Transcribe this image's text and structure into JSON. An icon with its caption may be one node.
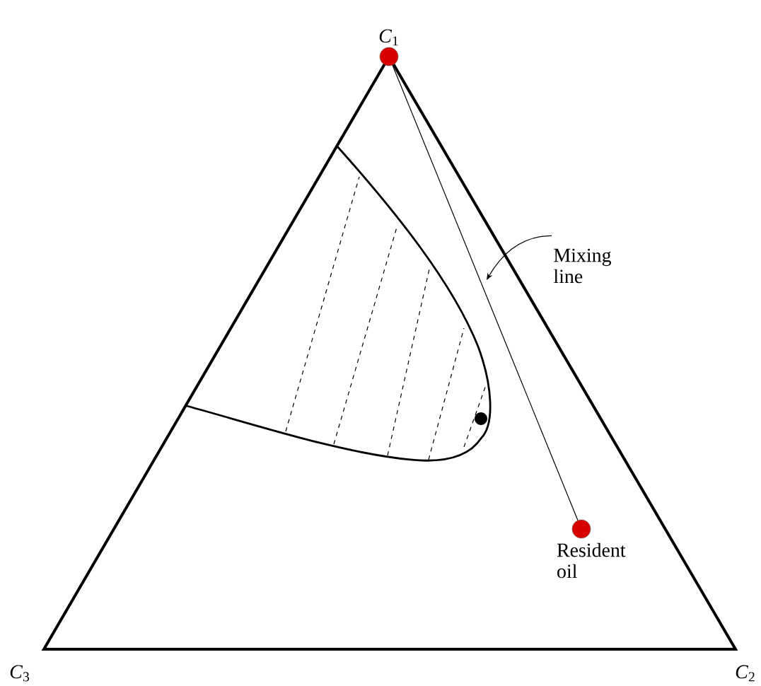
{
  "diagram": {
    "nodes": [
      {
        "text": [
          "*C*$_{1}$"
        ]
      },
      {
        "text": [
          "Resident oil"
        ]
      },
      {
        "text": [
          "Mixing line"
        ]
      }
    ],
    "edges": [
      {
        "from": 0,
        "to": 1,
        "arrow": "none"
      },
      {
        "from": 2,
        "to": null,
        "arrow": "to"
      }
    ],
    "labels": [
      "*C*$_{3}$",
      "*C*$_{2}$"
    ]
  }
}
